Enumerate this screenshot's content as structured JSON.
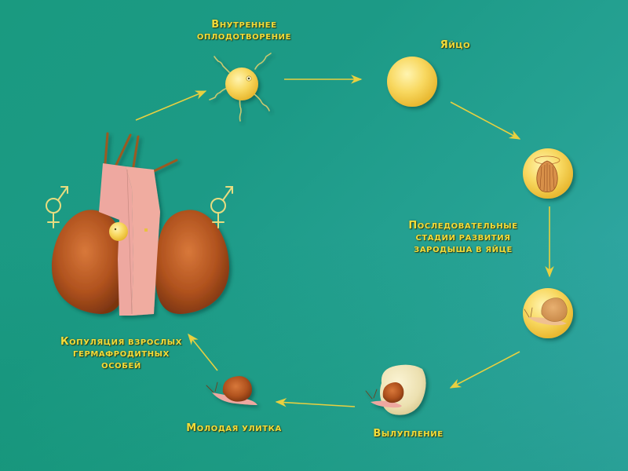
{
  "diagram": {
    "title": "Snail life cycle",
    "colors": {
      "label_text": "#f2dc3a",
      "arrow": "#e8d040",
      "egg": "#f8d860",
      "shell": "#b0521e",
      "body": "#e8a090",
      "hatch_egg": "#ece0b0"
    },
    "stages": [
      {
        "id": "fertilization",
        "lines": [
          "Внутреннее",
          "оплодотворение"
        ],
        "icon": "fertilized-egg-icon"
      },
      {
        "id": "egg",
        "lines": [
          "Яйцо"
        ],
        "icon": "egg-icon"
      },
      {
        "id": "embryo",
        "lines": [
          "Последовательные",
          "стадии развития",
          "зародыша в яйце"
        ],
        "icon": "embryo-egg-icon"
      },
      {
        "id": "hatching",
        "lines": [
          "Вылупление"
        ],
        "icon": "hatching-snail-icon"
      },
      {
        "id": "young",
        "lines": [
          "Молодая улитка"
        ],
        "icon": "young-snail-icon"
      },
      {
        "id": "copulation",
        "lines": [
          "Копуляция взрослых",
          "гермафродитных",
          "особей"
        ],
        "icon": "copulating-snails-icon"
      }
    ],
    "symbols": {
      "left": "⚥",
      "right": "⚥",
      "meaning": "hermaphrodite-symbol"
    }
  }
}
